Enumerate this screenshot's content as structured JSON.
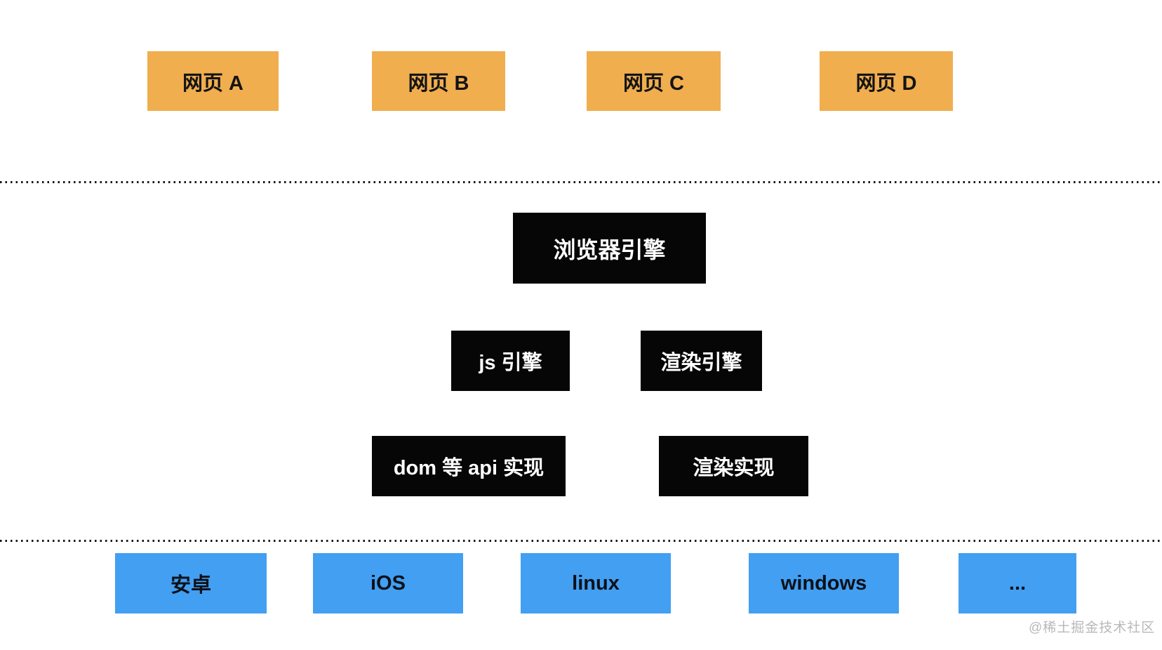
{
  "colors": {
    "webpage_box": "#F0AE4F",
    "engine_box": "#060606",
    "platform_box": "#429FF2",
    "dotted_line": "#161616",
    "watermark_text": "#B8B8B8"
  },
  "layers": {
    "web_pages": [
      "网页 A",
      "网页 B",
      "网页 C",
      "网页 D"
    ],
    "browser_engine": "浏览器引擎",
    "engines": [
      "js 引擎",
      "渲染引擎"
    ],
    "implementations": [
      "dom 等 api 实现",
      "渲染实现"
    ],
    "platforms": [
      "安卓",
      "iOS",
      "linux",
      "windows",
      "..."
    ]
  },
  "watermark": "@稀土掘金技术社区"
}
